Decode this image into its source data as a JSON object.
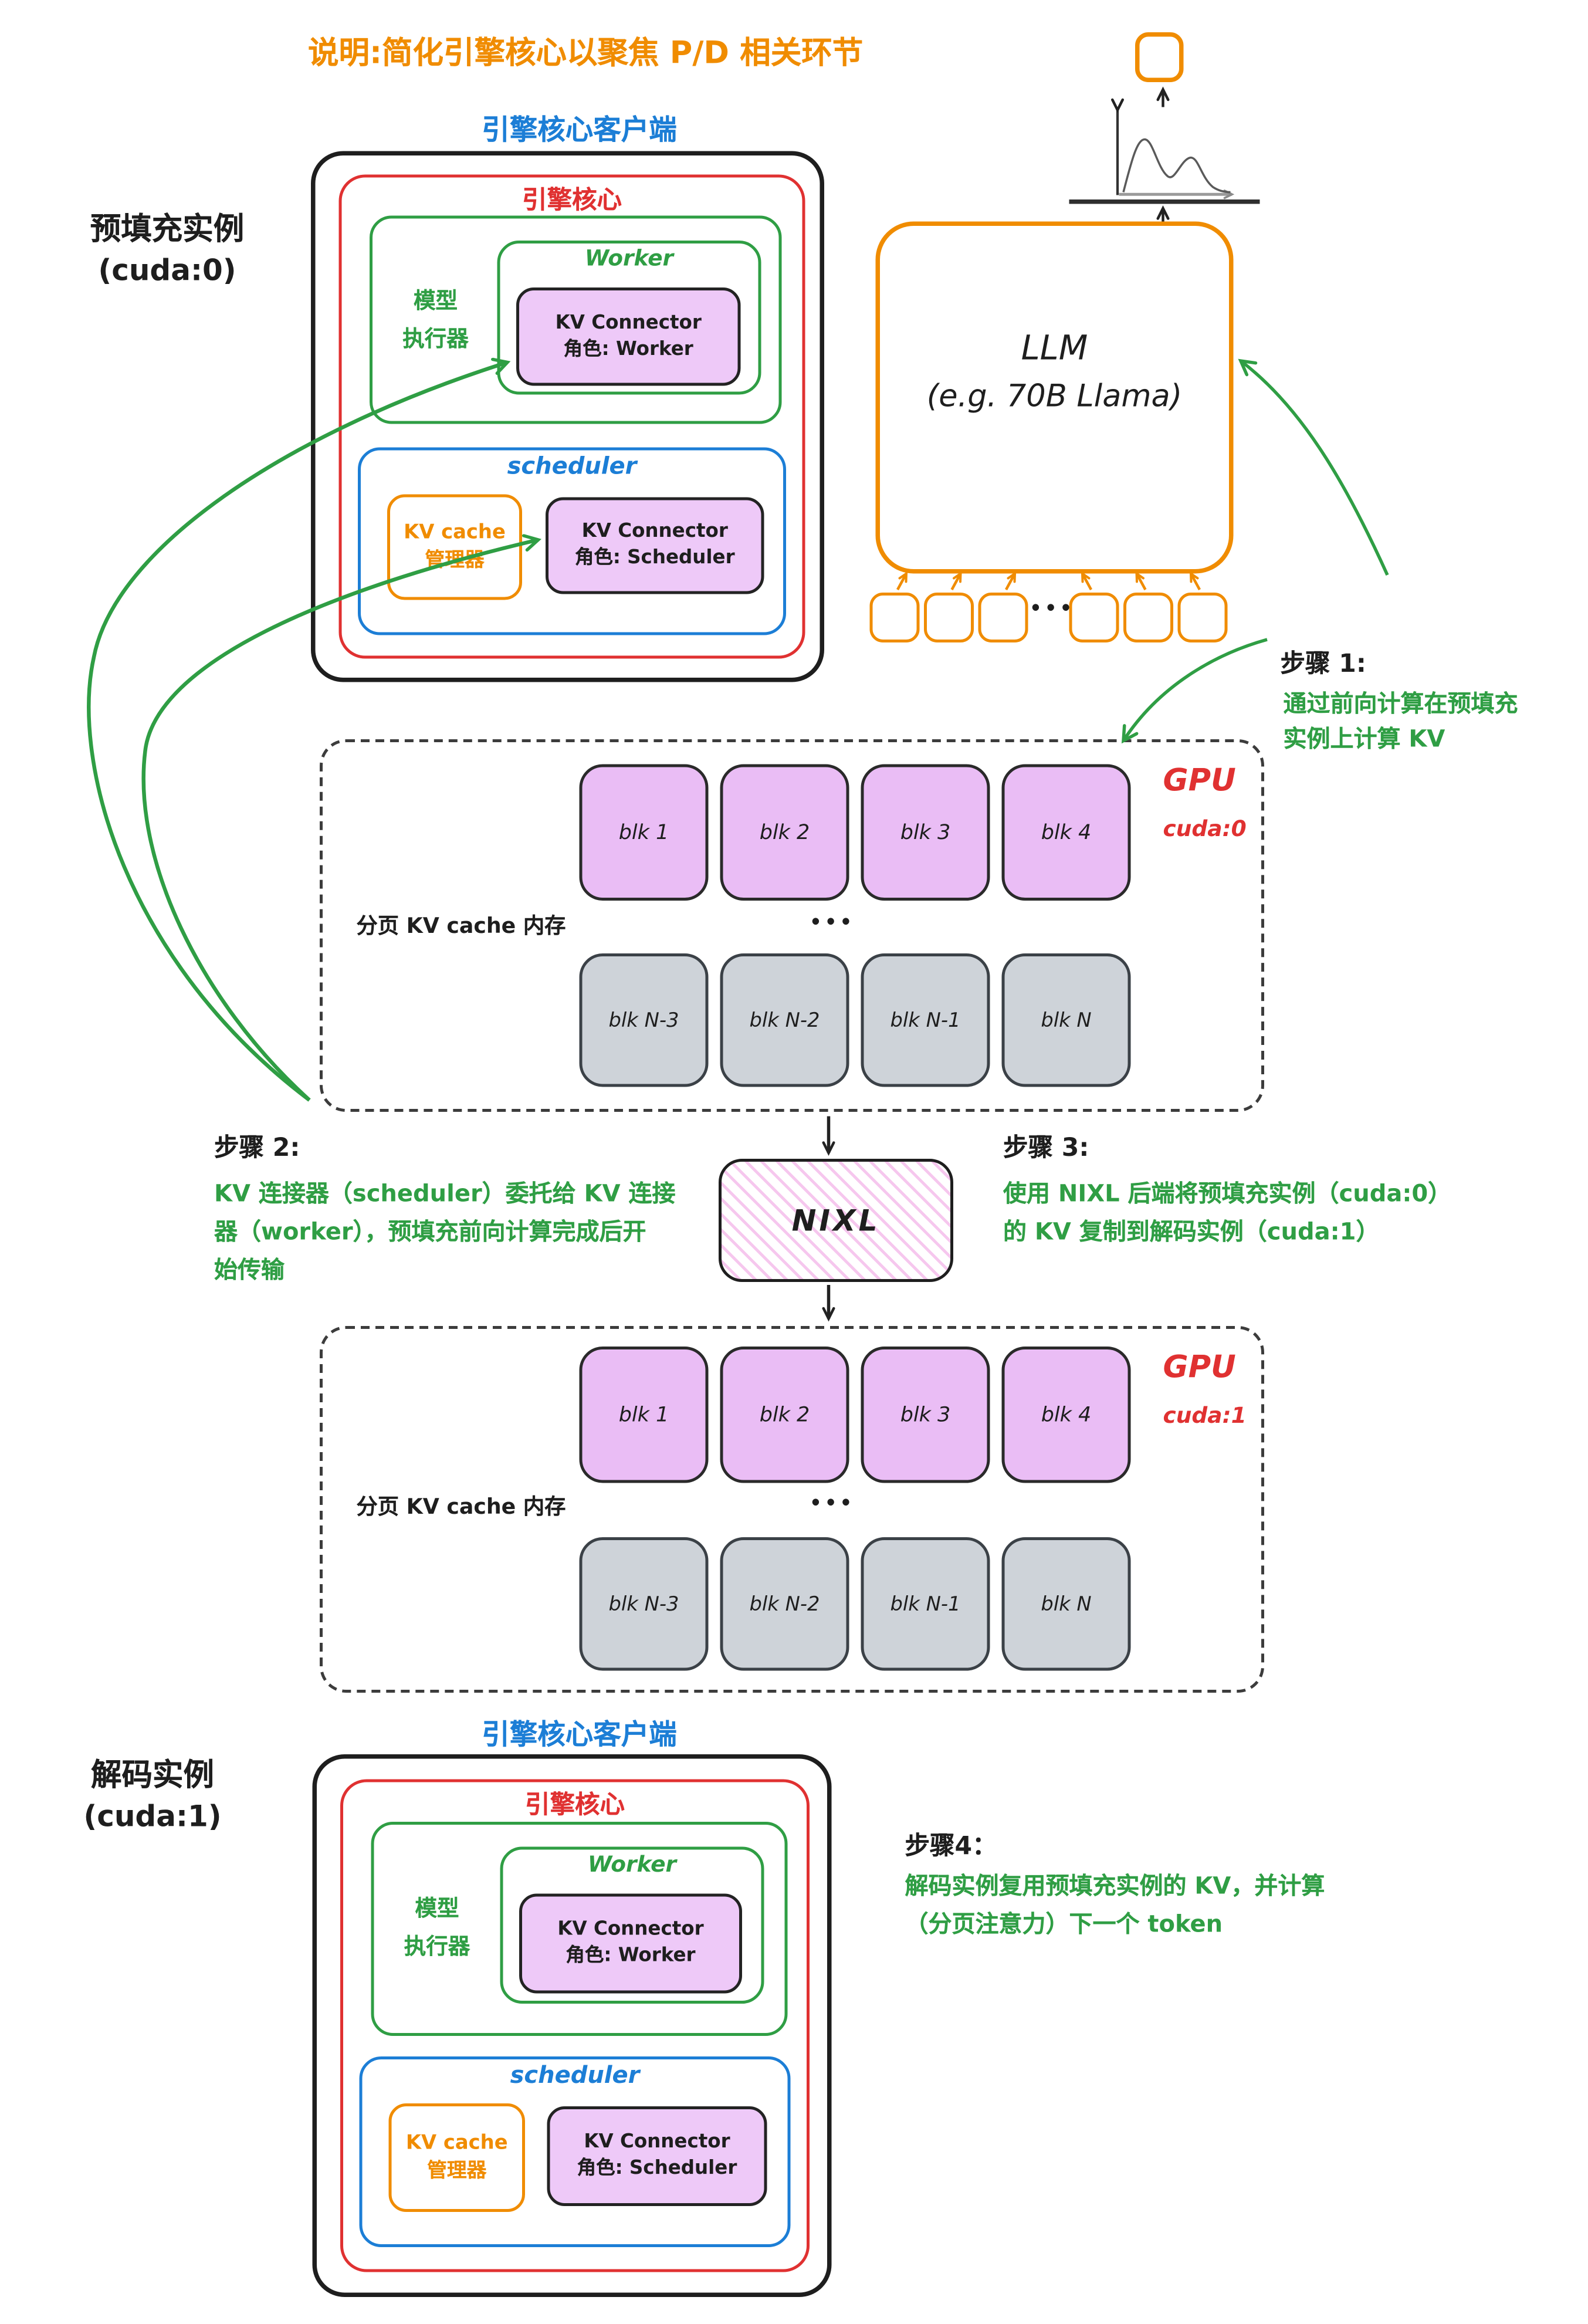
{
  "note": "说明:简化引擎核心以聚焦 P/D 相关环节",
  "client": {
    "title": "引擎核心客户端",
    "engine_core": "引擎核心",
    "model_executor": [
      "模型",
      "执行器"
    ],
    "worker": "Worker",
    "kv_connector_worker": [
      "KV Connector",
      "角色: Worker"
    ],
    "scheduler": "scheduler",
    "kv_cache_manager": [
      "KV cache",
      "管理器"
    ],
    "kv_connector_scheduler": [
      "KV Connector",
      "角色: Scheduler"
    ]
  },
  "prefill_instance": [
    "预填充实例",
    "(cuda:0)"
  ],
  "decode_instance": [
    "解码实例",
    "(cuda:1)"
  ],
  "llm": [
    "LLM",
    "(e.g. 70B Llama)"
  ],
  "gpu0": {
    "name": "GPU",
    "device": "cuda:0",
    "mem_label": "分页 KV cache 内存",
    "top_blocks": [
      "blk 1",
      "blk 2",
      "blk 3",
      "blk 4"
    ],
    "bottom_blocks": [
      "blk N-3",
      "blk N-2",
      "blk N-1",
      "blk N"
    ],
    "ellipsis": "•••"
  },
  "gpu1": {
    "name": "GPU",
    "device": "cuda:1",
    "mem_label": "分页 KV cache 内存",
    "top_blocks": [
      "blk 1",
      "blk 2",
      "blk 3",
      "blk 4"
    ],
    "bottom_blocks": [
      "blk N-3",
      "blk N-2",
      "blk N-1",
      "blk N"
    ],
    "ellipsis": "•••"
  },
  "nixl": "NIXL",
  "tokens_ellipsis": "•••",
  "steps": {
    "s1": {
      "title": "步骤 1:",
      "lines": [
        "通过前向计算在预填充",
        "实例上计算 KV"
      ]
    },
    "s2": {
      "title": "步骤 2:",
      "lines": [
        "KV 连接器（scheduler）委托给 KV 连接",
        "器（worker），预填充前向计算完成后开",
        "始传输"
      ]
    },
    "s3": {
      "title": "步骤 3:",
      "lines": [
        "使用 NIXL 后端将预填充实例（cuda:0）",
        "的 KV 复制到解码实例（cuda:1）"
      ]
    },
    "s4": {
      "title": "步骤4：",
      "lines": [
        "解码实例复用预填充实例的 KV，并计算",
        "（分页注意力）下一个 token"
      ]
    }
  },
  "colors": {
    "orange": "#f08c00",
    "blue": "#1c7ed6",
    "red": "#e03131",
    "green": "#2f9e44",
    "purple_fill": "#eabdf5",
    "gray_fill": "#ced3d9"
  }
}
